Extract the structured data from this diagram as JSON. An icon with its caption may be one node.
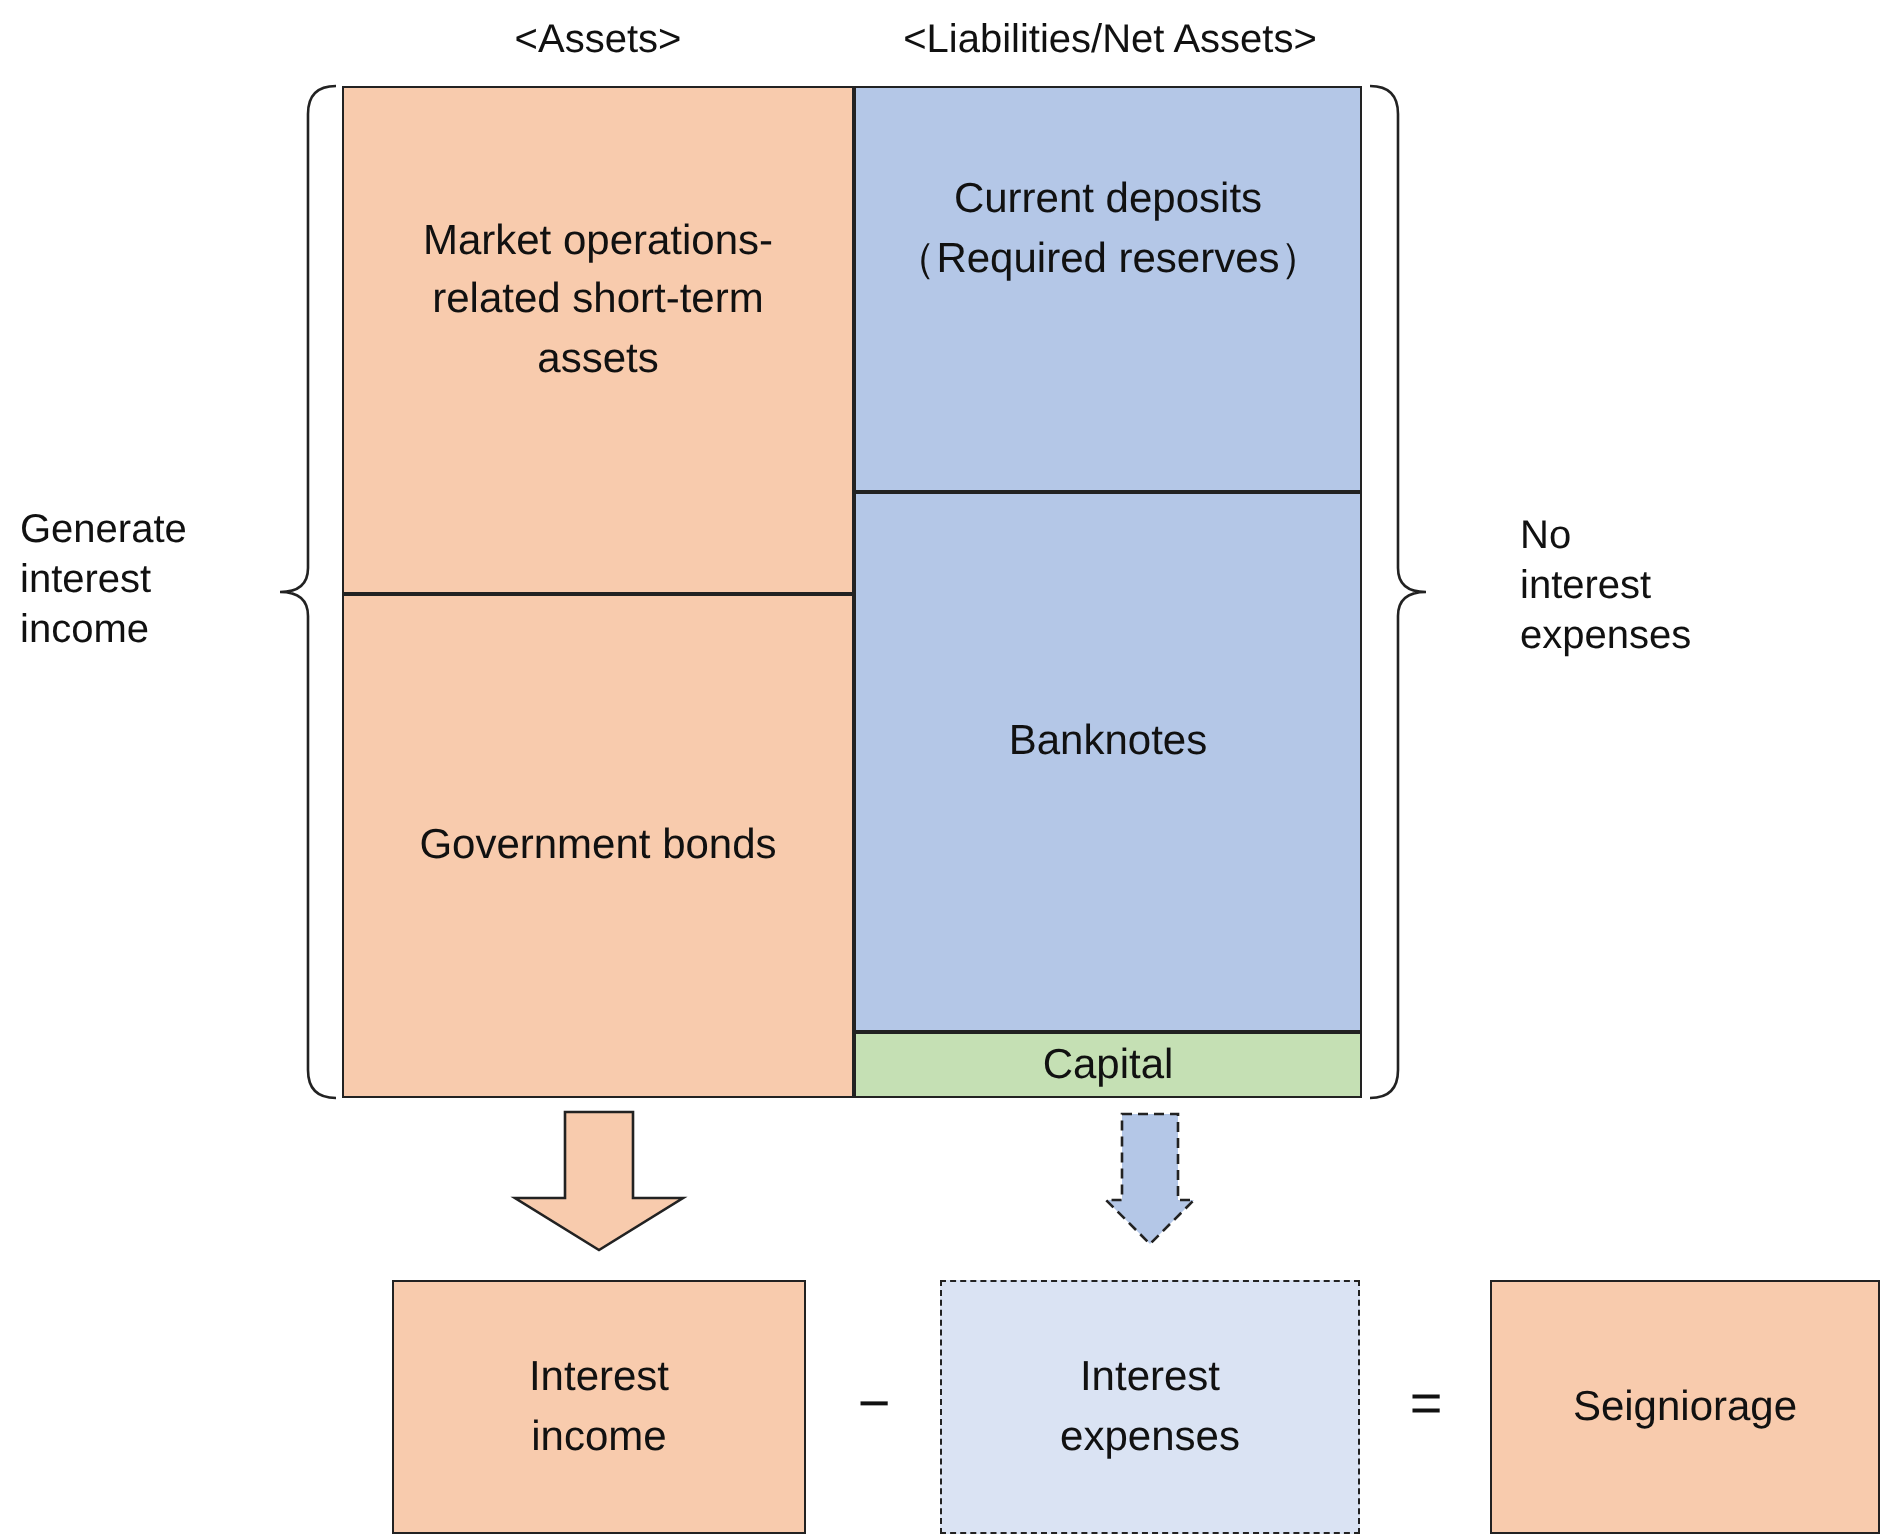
{
  "diagram": {
    "nodes": [
      {
        "text": [
          "Market operations-related short-term assets"
        ]
      },
      {
        "text": [
          "Government bonds"
        ]
      },
      {
        "text": [
          "Current deposits",
          "（Required reserves）"
        ]
      },
      {
        "text": [
          "Banknotes"
        ]
      },
      {
        "text": [
          "Capital"
        ]
      },
      {
        "text": [
          "Interest income"
        ]
      },
      {
        "text": [
          "Interest expenses"
        ]
      },
      {
        "text": [
          "Seigniorage"
        ]
      }
    ],
    "edges": [
      {
        "from": 1,
        "to": 5,
        "arrow": "to",
        "color": "#f8cbad"
      },
      {
        "from": 4,
        "to": 6,
        "arrow": "to",
        "style": "dashed",
        "color": "#b4c7e7"
      }
    ],
    "labels": [
      "<Assets>",
      "<Liabilities/Net Assets>",
      "Generate interest income",
      "No interest expenses",
      "−",
      "="
    ]
  }
}
